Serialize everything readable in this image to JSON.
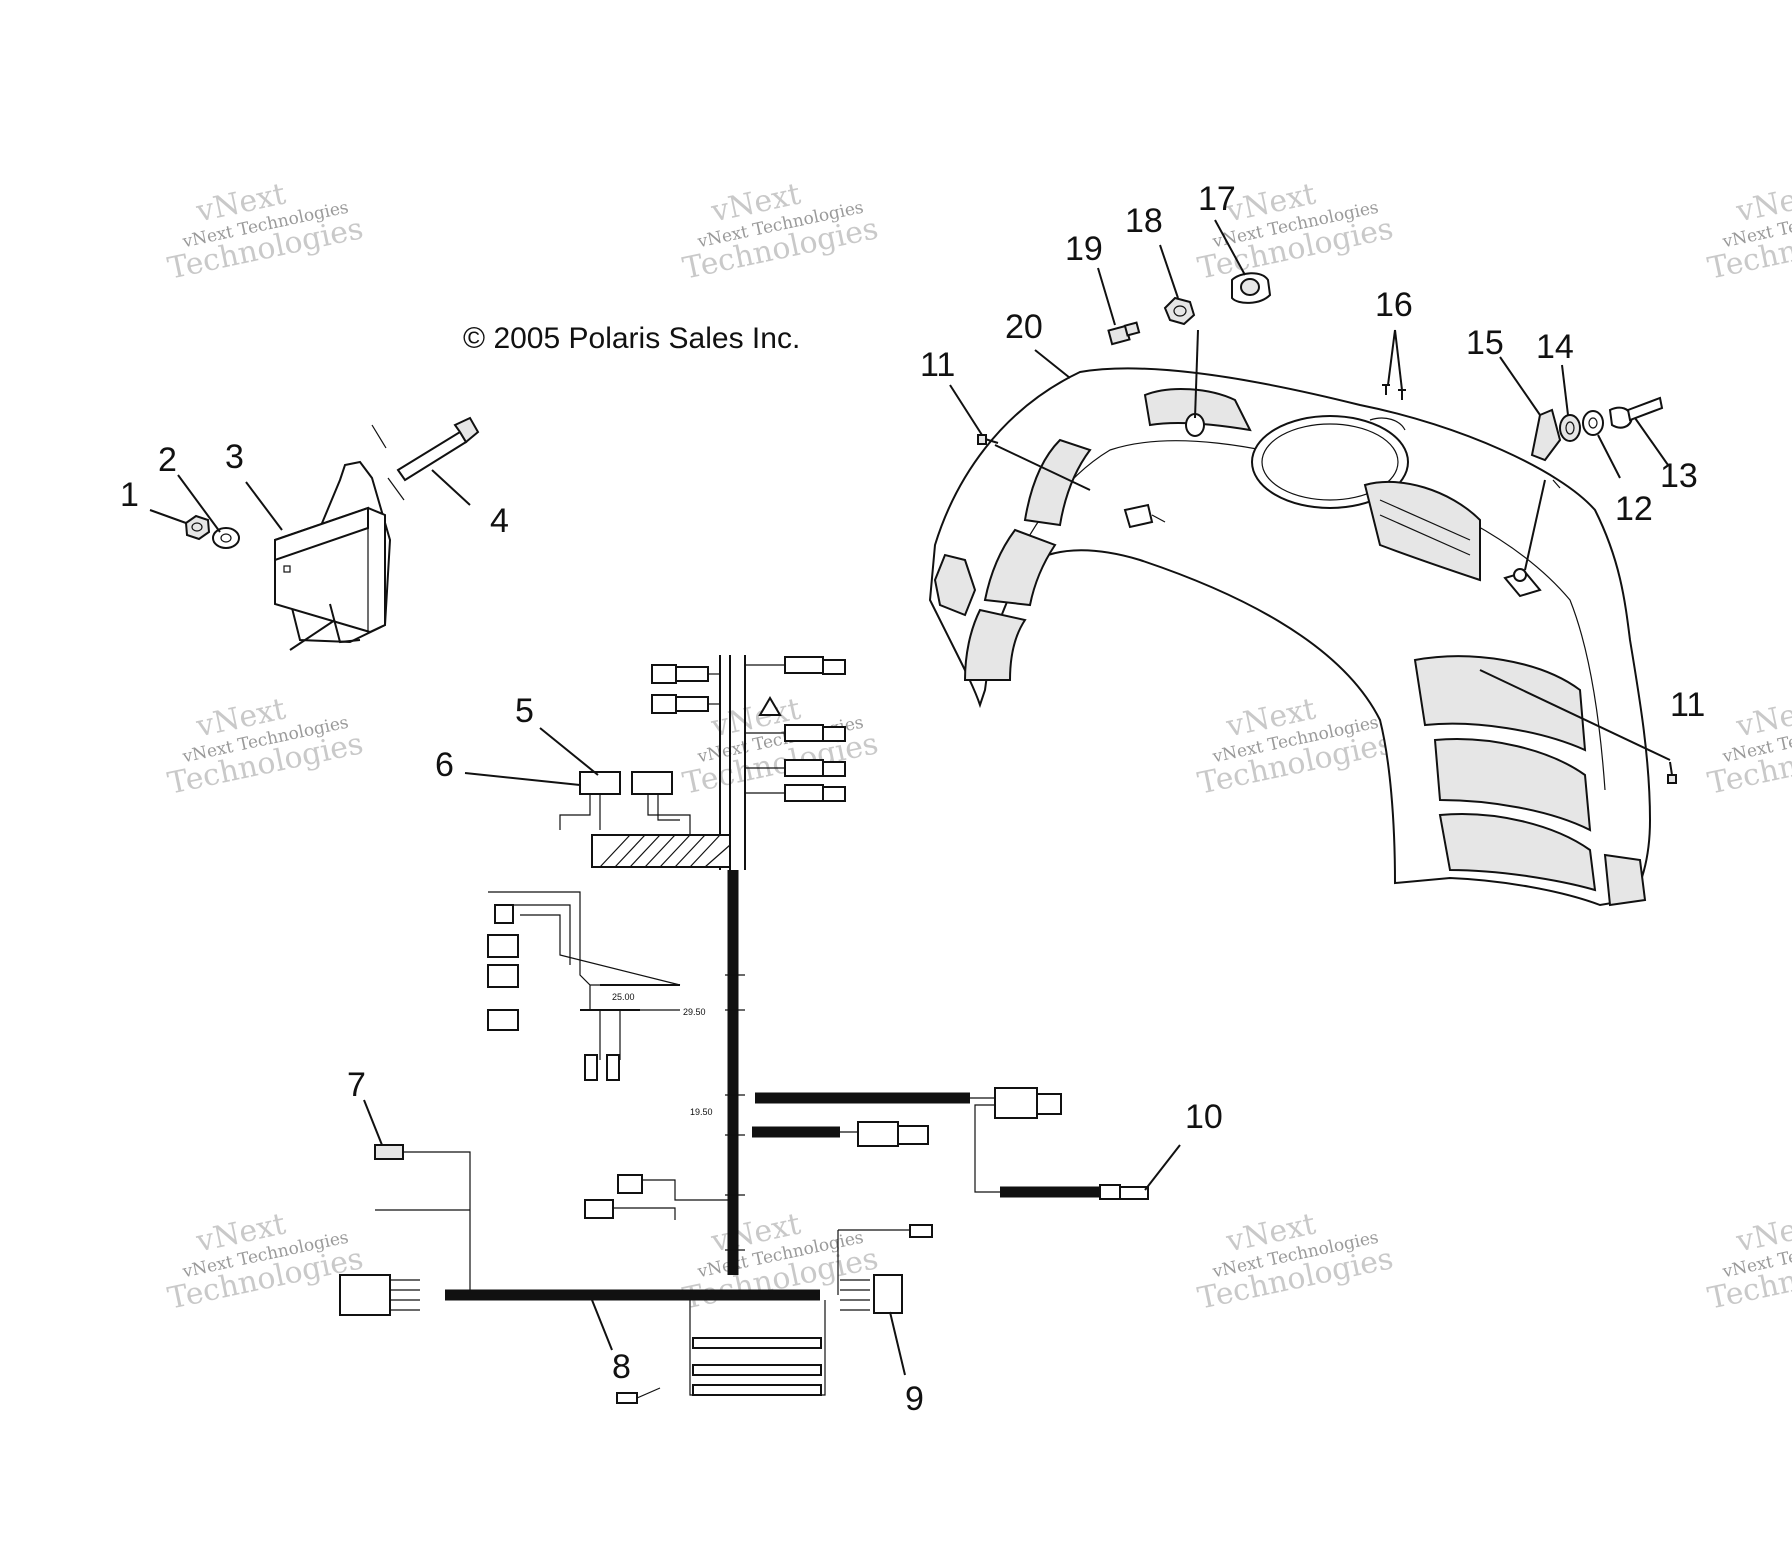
{
  "copyright": "© 2005 Polaris Sales Inc.",
  "watermark": {
    "line1": "vNext",
    "line2": "vNext Technologies",
    "line3": "Technologies"
  },
  "callouts": {
    "c1": "1",
    "c2": "2",
    "c3": "3",
    "c4": "4",
    "c5": "5",
    "c6": "6",
    "c7": "7",
    "c8": "8",
    "c9": "9",
    "c10": "10",
    "c11a": "11",
    "c11b": "11",
    "c12": "12",
    "c13": "13",
    "c14": "14",
    "c15": "15",
    "c16": "16",
    "c17": "17",
    "c18": "18",
    "c19": "19",
    "c20": "20"
  },
  "harness_labels": {
    "d1": "29.50",
    "d2": "25.00",
    "d3": "19.50"
  }
}
